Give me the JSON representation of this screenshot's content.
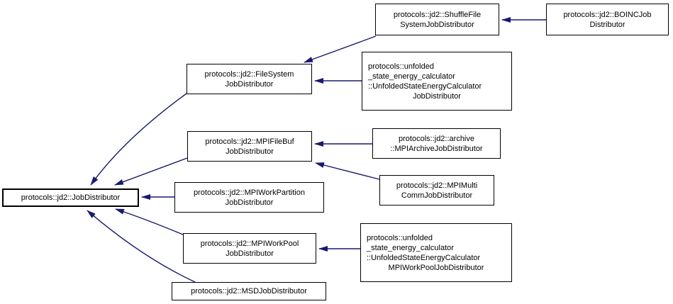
{
  "diagram": {
    "kind": "class-inheritance-graph",
    "colors": {
      "edge": "#191970",
      "node_border": "#000000",
      "node_background": "#ffffff",
      "text": "#000000",
      "page_background": "#ffffff"
    },
    "nodes": {
      "job_distributor": {
        "lines": [
          "protocols::jd2::JobDistributor"
        ]
      },
      "file_system": {
        "lines": [
          "protocols::jd2::FileSystem",
          "JobDistributor"
        ]
      },
      "shuffle_file": {
        "lines": [
          "protocols::jd2::ShuffleFile",
          "SystemJobDistributor"
        ]
      },
      "boinc": {
        "lines": [
          "protocols::jd2::BOINCJob",
          "Distributor"
        ]
      },
      "unfolded_jd": {
        "lines": [
          "protocols::unfolded",
          "_state_energy_calculator",
          "::UnfoldedStateEnergyCalculator",
          "JobDistributor"
        ]
      },
      "mpi_filebuf": {
        "lines": [
          "protocols::jd2::MPIFileBuf",
          "JobDistributor"
        ]
      },
      "archive": {
        "lines": [
          "protocols::jd2::archive",
          "::MPIArchiveJobDistributor"
        ]
      },
      "mpi_multi": {
        "lines": [
          "protocols::jd2::MPIMulti",
          "CommJobDistributor"
        ]
      },
      "mpi_work_partition": {
        "lines": [
          "protocols::jd2::MPIWorkPartition",
          "JobDistributor"
        ]
      },
      "mpi_work_pool": {
        "lines": [
          "protocols::jd2::MPIWorkPool",
          "JobDistributor"
        ]
      },
      "unfolded_mpi": {
        "lines": [
          "protocols::unfolded",
          "_state_energy_calculator",
          "::UnfoldedStateEnergyCalculator",
          "MPIWorkPoolJobDistributor"
        ]
      },
      "msd": {
        "lines": [
          "protocols::jd2::MSDJobDistributor"
        ]
      }
    },
    "edges": [
      {
        "from": "protocols::jd2::FileSystemJobDistributor",
        "to": "protocols::jd2::JobDistributor",
        "relation": "inherits"
      },
      {
        "from": "protocols::jd2::MPIFileBufJobDistributor",
        "to": "protocols::jd2::JobDistributor",
        "relation": "inherits"
      },
      {
        "from": "protocols::jd2::MPIWorkPartitionJobDistributor",
        "to": "protocols::jd2::JobDistributor",
        "relation": "inherits"
      },
      {
        "from": "protocols::jd2::MPIWorkPoolJobDistributor",
        "to": "protocols::jd2::JobDistributor",
        "relation": "inherits"
      },
      {
        "from": "protocols::jd2::MSDJobDistributor",
        "to": "protocols::jd2::JobDistributor",
        "relation": "inherits"
      },
      {
        "from": "protocols::jd2::ShuffleFileSystemJobDistributor",
        "to": "protocols::jd2::FileSystemJobDistributor",
        "relation": "inherits"
      },
      {
        "from": "protocols::unfolded_state_energy_calculator::UnfoldedStateEnergyCalculatorJobDistributor",
        "to": "protocols::jd2::FileSystemJobDistributor",
        "relation": "inherits"
      },
      {
        "from": "protocols::jd2::BOINCJobDistributor",
        "to": "protocols::jd2::ShuffleFileSystemJobDistributor",
        "relation": "inherits"
      },
      {
        "from": "protocols::jd2::archive::MPIArchiveJobDistributor",
        "to": "protocols::jd2::MPIFileBufJobDistributor",
        "relation": "inherits"
      },
      {
        "from": "protocols::jd2::MPIMultiCommJobDistributor",
        "to": "protocols::jd2::MPIFileBufJobDistributor",
        "relation": "inherits"
      },
      {
        "from": "protocols::unfolded_state_energy_calculator::UnfoldedStateEnergyCalculatorMPIWorkPoolJobDistributor",
        "to": "protocols::jd2::MPIWorkPoolJobDistributor",
        "relation": "inherits"
      }
    ]
  }
}
